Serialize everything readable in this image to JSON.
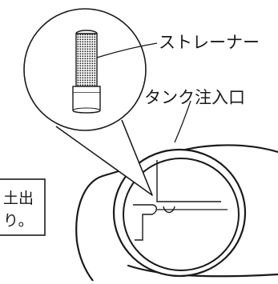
{
  "labels": {
    "strainer": "ストレーナー",
    "tank_inlet": "タンク注入口",
    "fragment_line1": "土出",
    "fragment_line2": "り。"
  },
  "colors": {
    "ink": "#1a1a1a",
    "background": "#ffffff"
  }
}
